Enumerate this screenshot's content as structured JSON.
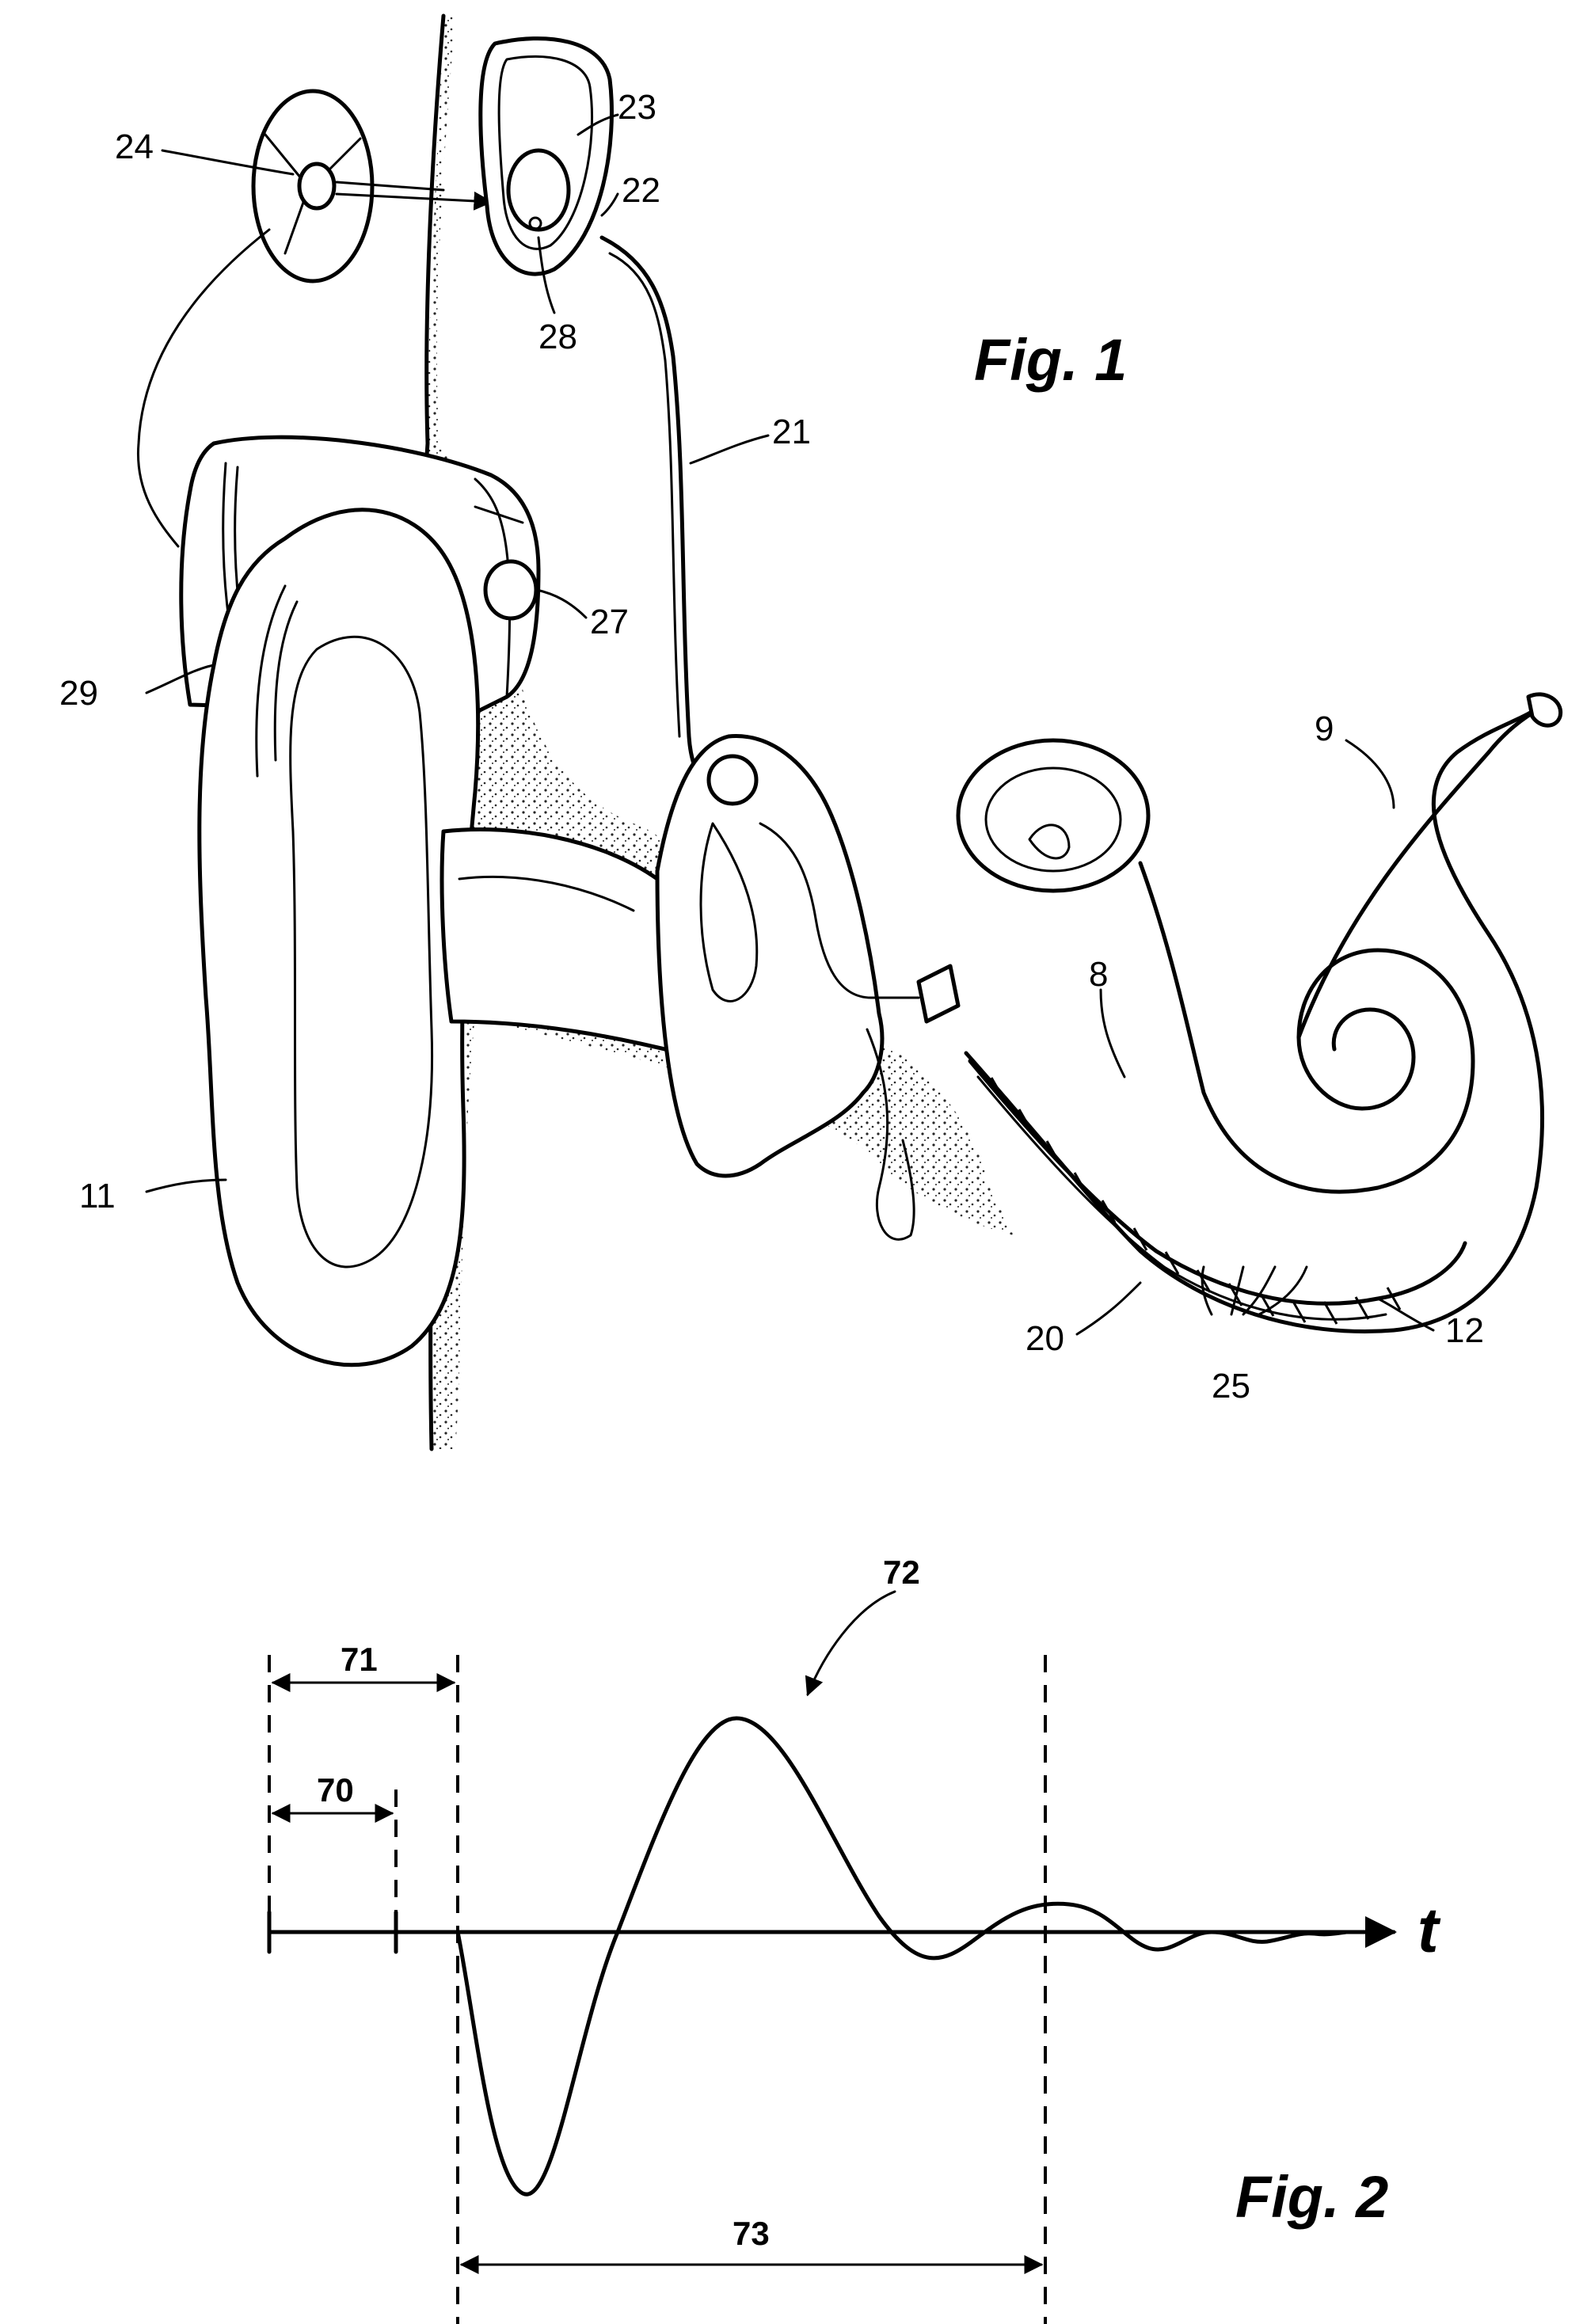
{
  "fig1": {
    "caption": "Fig. 1",
    "labels": {
      "l24": "24",
      "l23": "23",
      "l22": "22",
      "l28": "28",
      "l21": "21",
      "l27": "27",
      "l29": "29",
      "l9": "9",
      "l8": "8",
      "l11": "11",
      "l20": "20",
      "l25": "25",
      "l12": "12"
    }
  },
  "fig2": {
    "caption": "Fig. 2",
    "axis_label": "t",
    "l72": "72",
    "l71": "71",
    "l70": "70",
    "l73": "73"
  }
}
